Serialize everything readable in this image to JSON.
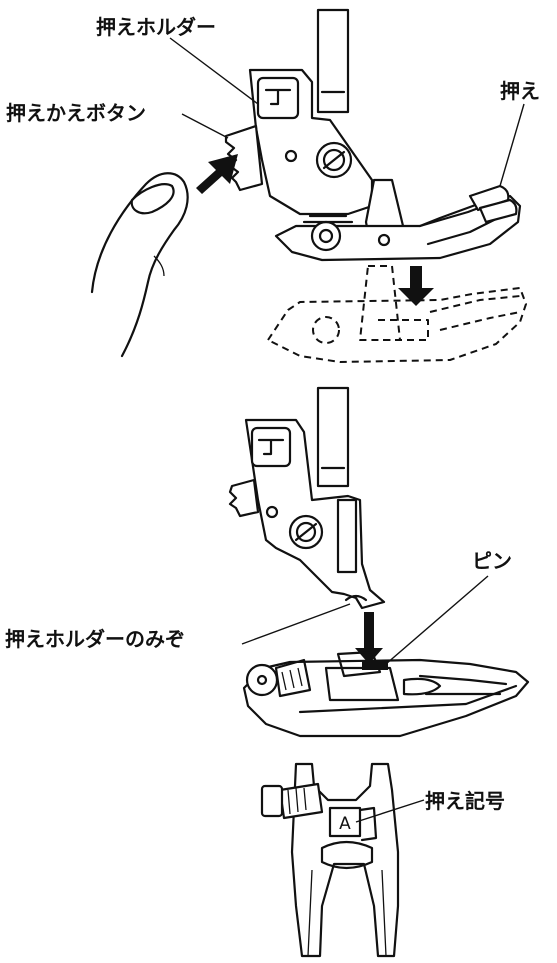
{
  "labels": {
    "presser_holder": "押えホルダー",
    "release_button": "押えかえボタン",
    "presser_foot": "押え",
    "pin": "ピン",
    "holder_groove": "押えホルダーのみぞ",
    "foot_mark": "押え記号"
  },
  "foot_letter": "A",
  "colors": {
    "ink": "#111111",
    "background": "#ffffff"
  }
}
